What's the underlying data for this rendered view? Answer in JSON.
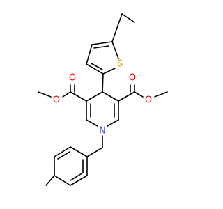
{
  "molecule": {
    "atoms": {
      "thiophene_sulfur": "S",
      "ring_nitrogen": "N",
      "ester_left_carbonyl_oxygen": "O",
      "ester_left_ether_oxygen": "O",
      "ester_right_carbonyl_oxygen": "O",
      "ester_right_ether_oxygen": "O"
    },
    "colors": {
      "bond": "#000000",
      "sulfur": "#c8a400",
      "nitrogen": "#2a3cf0",
      "oxygen": "#ff0000",
      "background": "#ffffff"
    }
  }
}
